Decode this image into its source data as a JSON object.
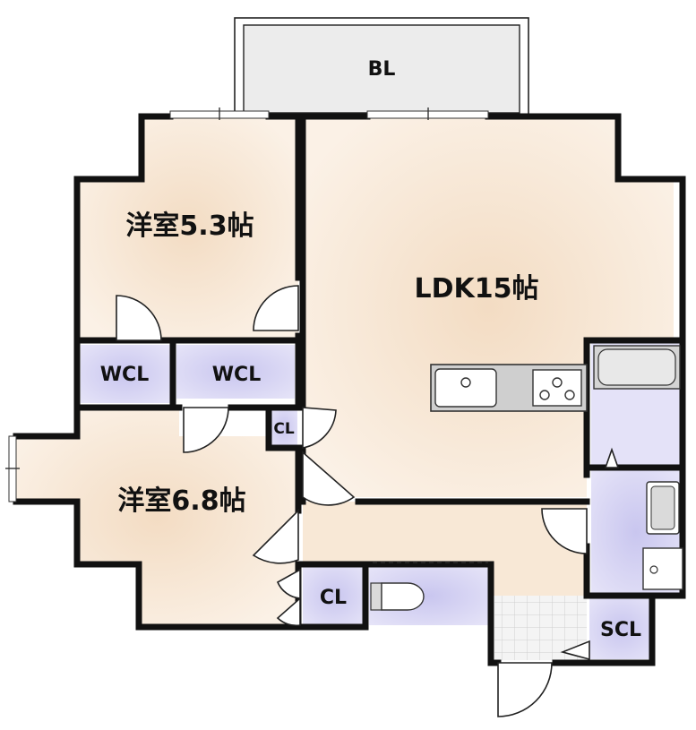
{
  "rooms": {
    "balcony": "BL",
    "ldk": "LDK15帖",
    "western_room_a": "洋室5.3帖",
    "western_room_b": "洋室6.8帖",
    "wcl_left": "WCL",
    "wcl_right": "WCL",
    "cl_small": "CL",
    "cl_bottom": "CL",
    "scl": "SCL"
  },
  "colors": {
    "floor_warm": "#f6e6d4",
    "floor_warm_light": "#fbf1e6",
    "storage_blue": "#dcdaf4",
    "storage_blue_deep": "#c9c6ef",
    "wall": "#111111",
    "balcony": "#eeeeee"
  }
}
